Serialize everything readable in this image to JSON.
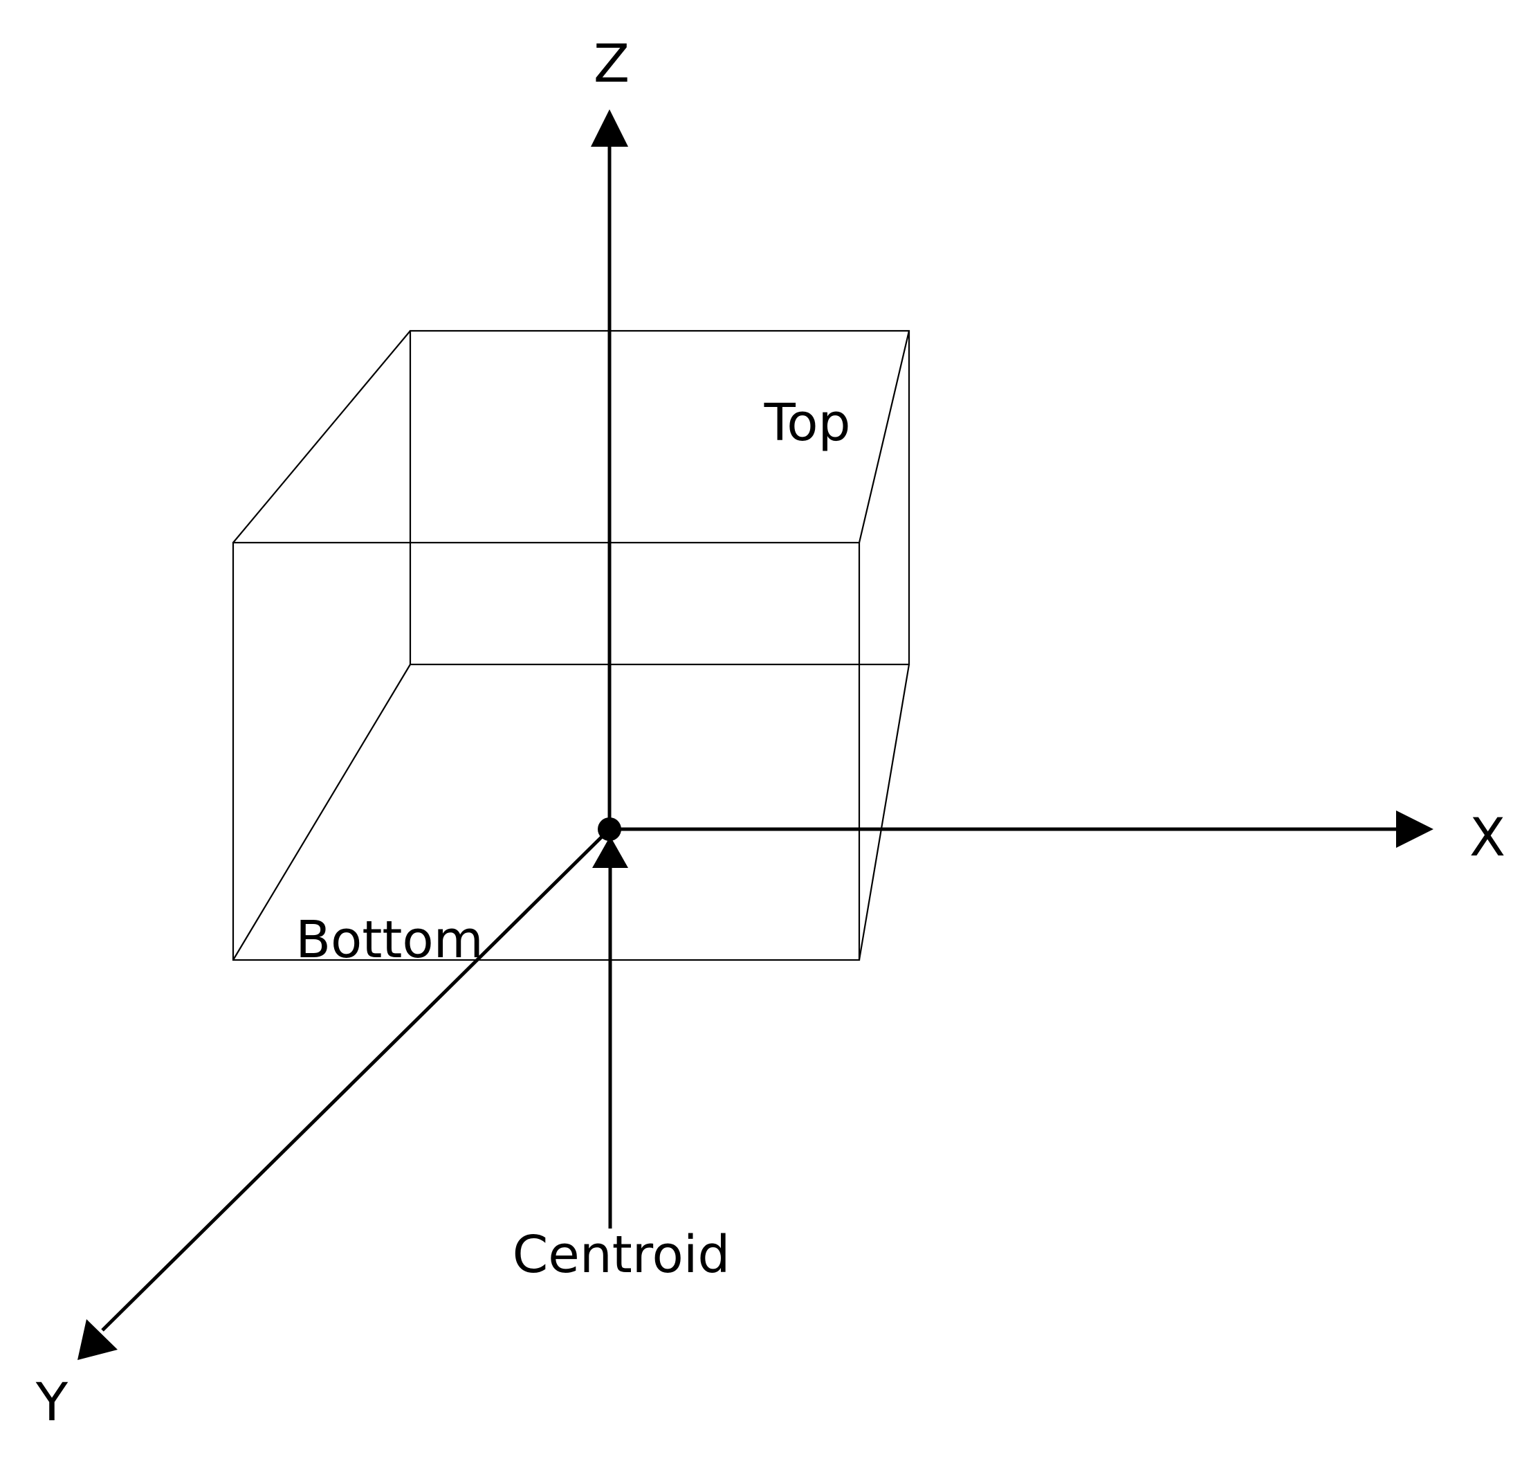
{
  "labels": {
    "z_axis": "Z",
    "x_axis": "X",
    "y_axis": "Y",
    "top": "Top",
    "bottom": "Bottom",
    "centroid": "Centroid"
  },
  "colors": {
    "stroke": "#000000",
    "background": "#ffffff"
  }
}
